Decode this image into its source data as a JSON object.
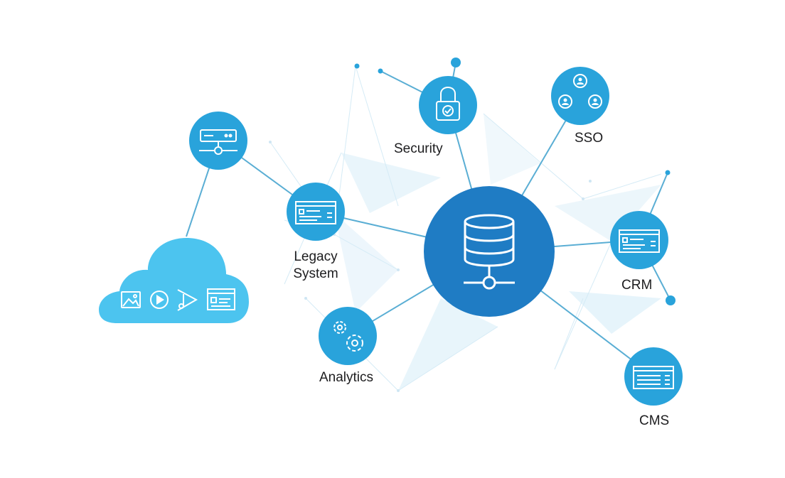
{
  "nodes": {
    "security": {
      "label": "Security",
      "icon": "padlock-icon"
    },
    "sso": {
      "label": "SSO",
      "icon": "users-group-icon"
    },
    "legacy": {
      "label_line1": "Legacy",
      "label_line2": "System",
      "icon": "browser-window-icon"
    },
    "crm": {
      "label": "CRM",
      "icon": "browser-window-icon"
    },
    "analytics": {
      "label": "Analytics",
      "icon": "gears-icon"
    },
    "cms": {
      "label": "CMS",
      "icon": "browser-window-icon"
    },
    "server": {
      "icon": "server-rack-icon"
    },
    "database": {
      "icon": "database-network-icon"
    },
    "cloud": {
      "icons": [
        "image-icon",
        "play-icon",
        "music-note-icon",
        "browser-window-icon"
      ]
    }
  },
  "colors": {
    "node_light": "#29a3db",
    "node_dark": "#1f7cc4",
    "cloud": "#4cc4ef",
    "edge": "#5aaed4",
    "mesh": "#cfe8f5"
  }
}
